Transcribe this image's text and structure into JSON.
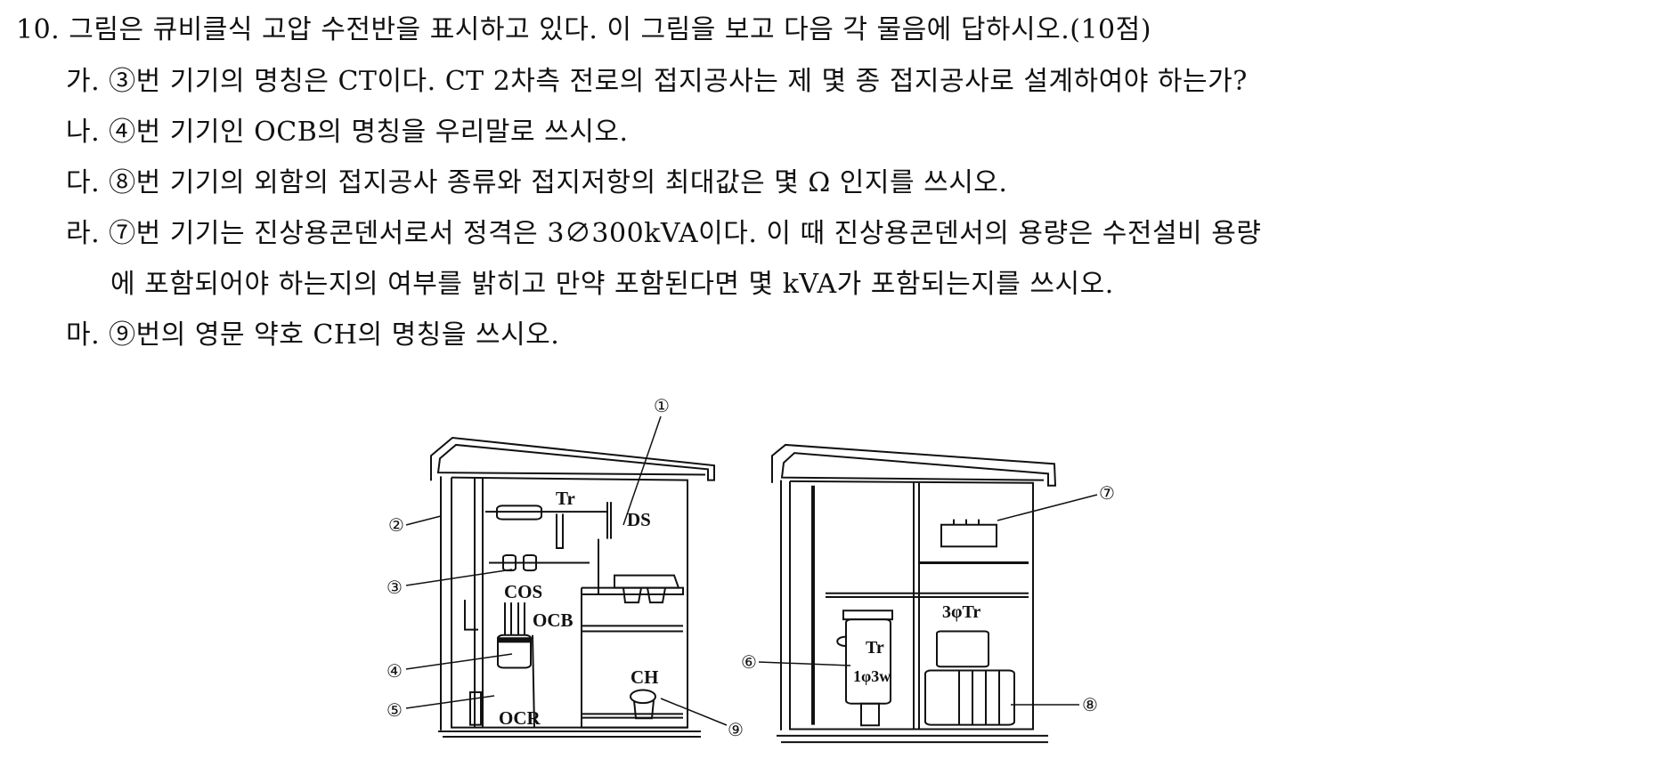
{
  "question": {
    "title": "10. 그림은 큐비클식 고압 수전반을 표시하고 있다. 이 그림을 보고 다음 각 물음에 답하시오.(10점)",
    "items": [
      "가. ③번 기기의 명칭은 CT이다. CT 2차측 전로의 접지공사는 제 몇 종 접지공사로 설계하여야 하는가?",
      "나. ④번 기기인 OCB의 명칭을 우리말로 쓰시오.",
      "다. ⑧번 기기의 외함의 접지공사 종류와 접지저항의 최대값은 몇 Ω 인지를 쓰시오.",
      "라. ⑦번 기기는 진상용콘덴서로서 정격은 3∅300kVA이다. 이 때 진상용콘덴서의 용량은 수전설비 용량",
      "에 포함되어야 하는지의 여부를 밝히고 만약 포함된다면 몇 kVA가 포함되는지를 쓰시오.",
      "마. ⑨번의 영문 약호 CH의 명칭을 쓰시오."
    ]
  },
  "figure": {
    "labels": {
      "tr": "Tr",
      "ds": "DS",
      "cos": "COS",
      "ocb": "OCB",
      "ocr": "OCR",
      "ch": "CH",
      "tr_single": "Tr",
      "tr_single_spec": "1φ3w",
      "tr_three": "3φTr"
    },
    "callouts": [
      "①",
      "②",
      "③",
      "④",
      "⑤",
      "⑥",
      "⑦",
      "⑧",
      "⑨"
    ]
  }
}
